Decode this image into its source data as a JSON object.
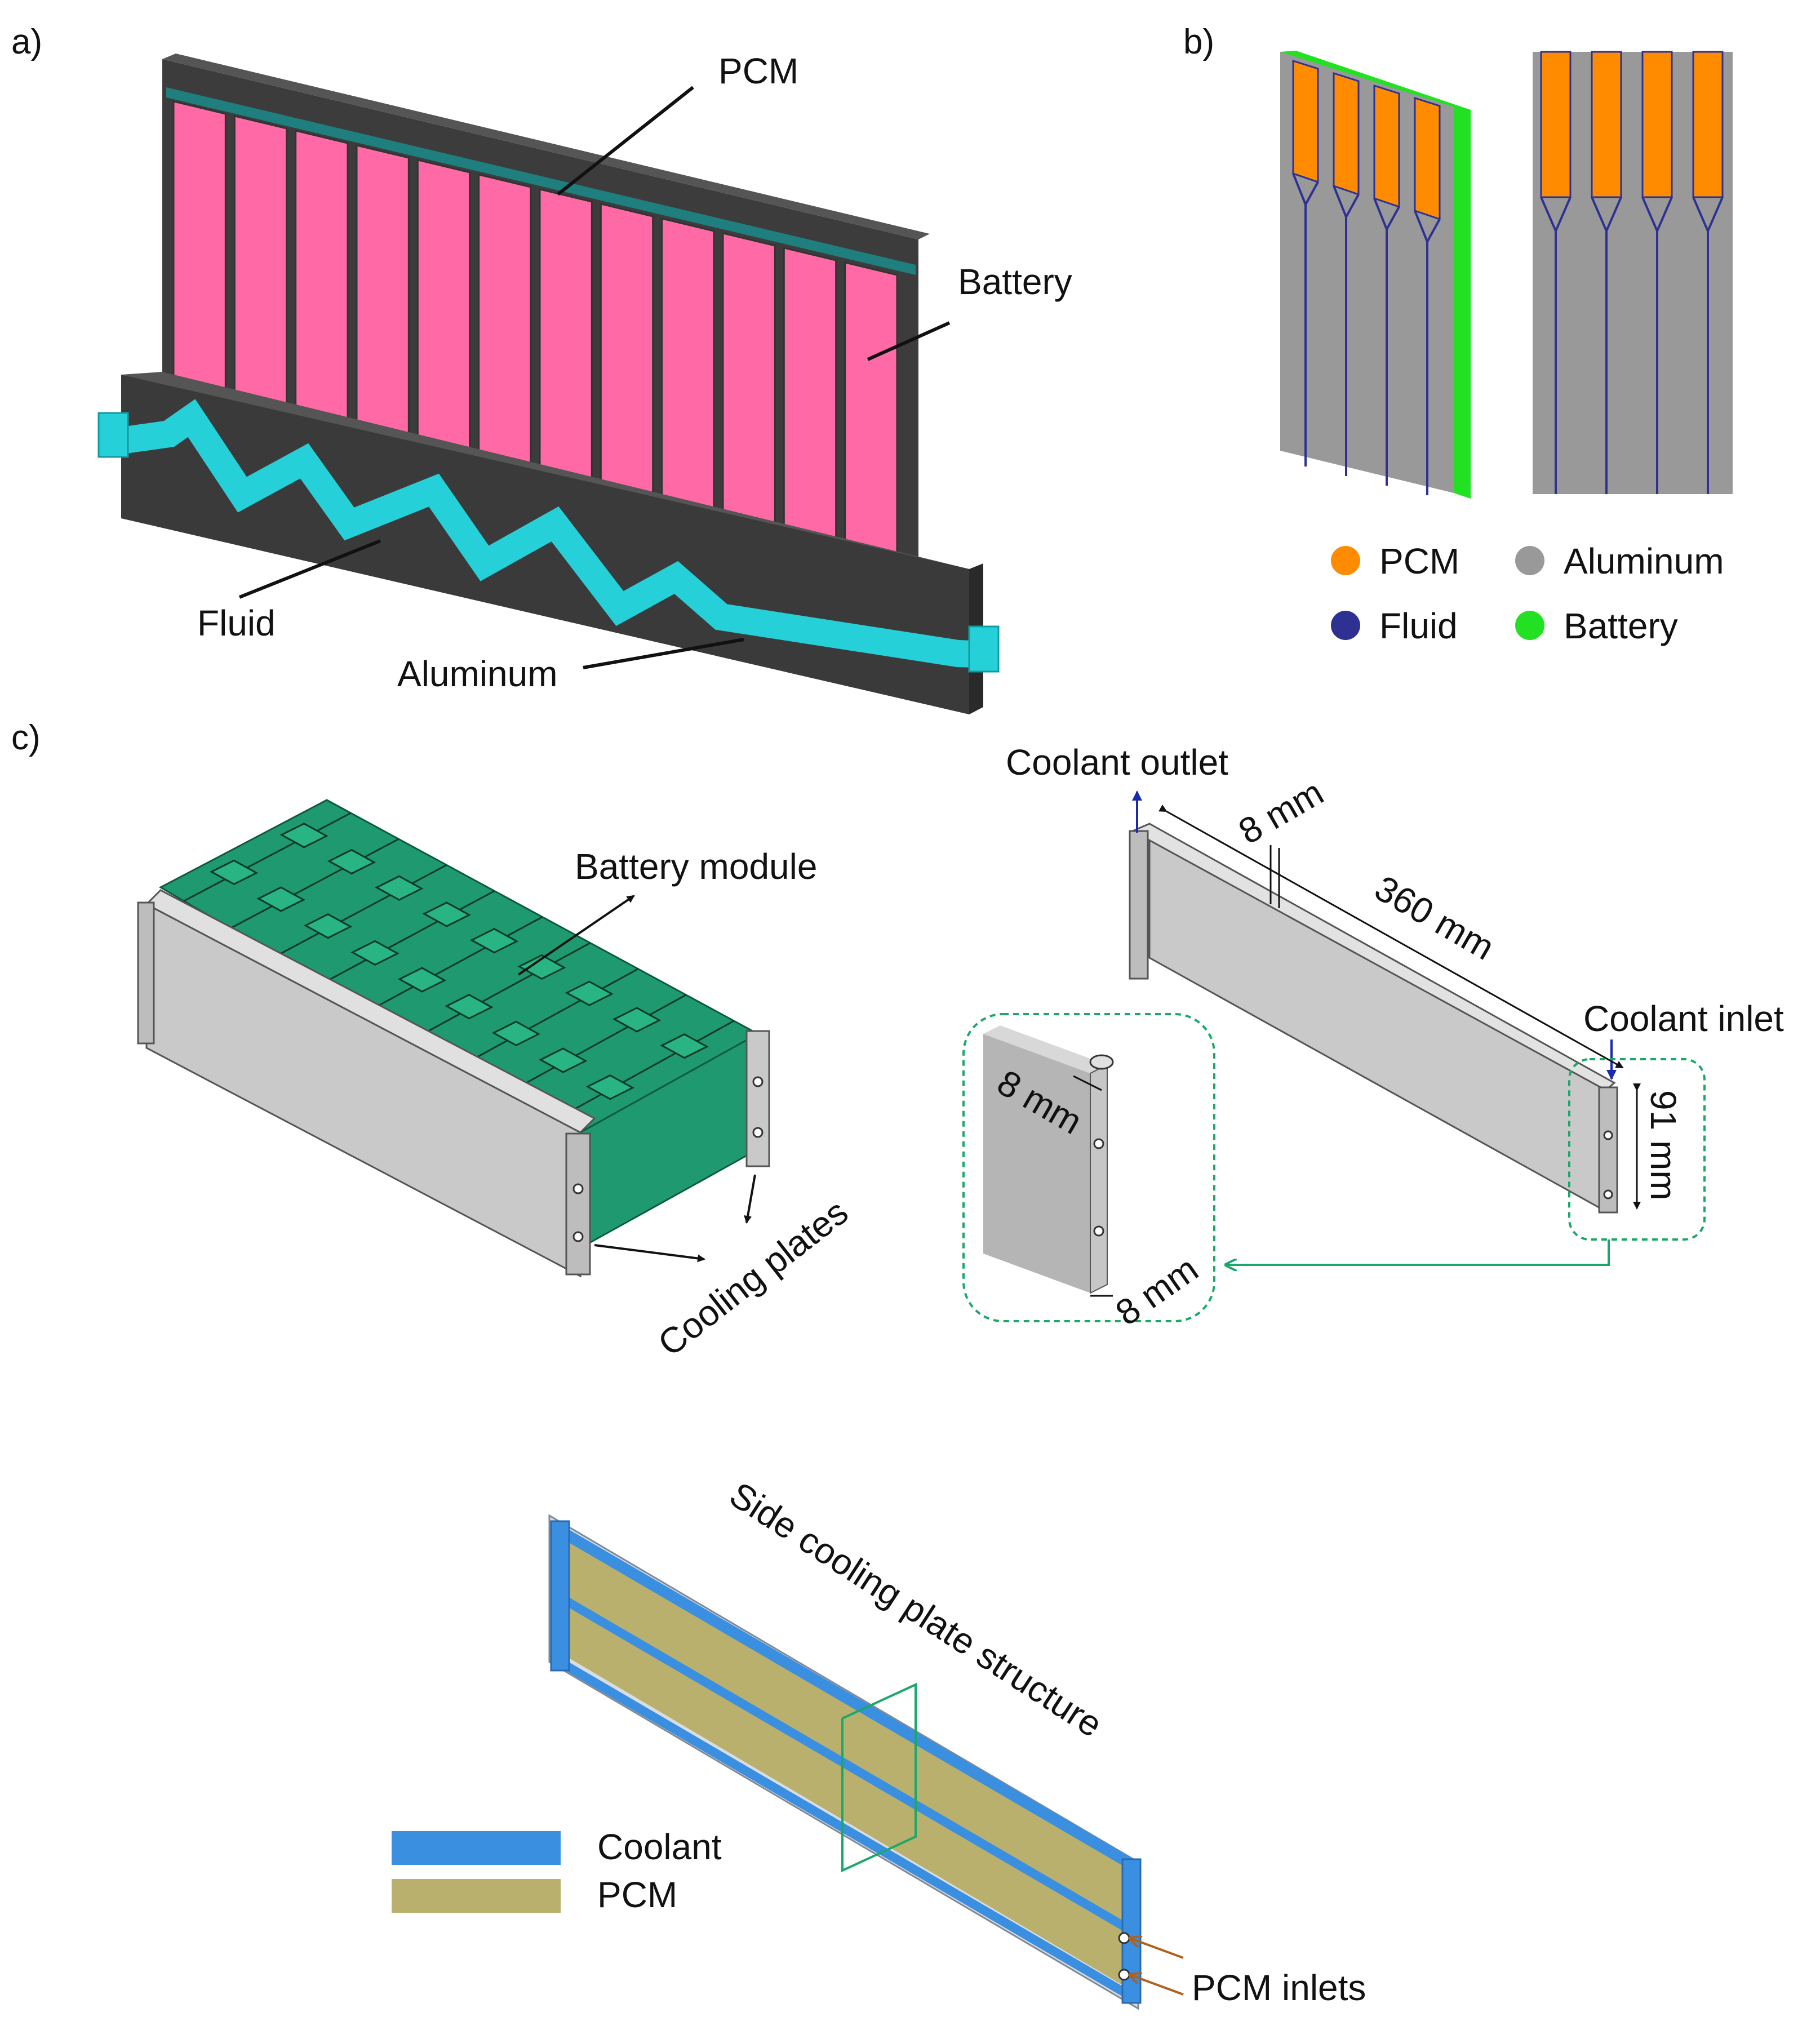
{
  "panels": {
    "a": {
      "tag": "a)",
      "labels": {
        "pcm": "PCM",
        "battery": "Battery",
        "fluid": "Fluid",
        "aluminum": "Aluminum"
      }
    },
    "b": {
      "tag": "b)",
      "legend": [
        {
          "label": "PCM",
          "color": "#ff8c00"
        },
        {
          "label": "Aluminum",
          "color": "#999999"
        },
        {
          "label": "Fluid",
          "color": "#2e3192"
        },
        {
          "label": "Battery",
          "color": "#22e022"
        }
      ]
    },
    "c": {
      "tag": "c)",
      "module": {
        "battery_module": "Battery module",
        "cooling_plates": "Cooling plates"
      },
      "plate": {
        "coolant_outlet": "Coolant outlet",
        "coolant_inlet": "Coolant inlet",
        "dim_top": "8 mm",
        "dim_length": "360 mm",
        "dim_height": "91 mm",
        "dim_inset_thickness": "8 mm",
        "dim_inset_width": "8 mm"
      },
      "structure": {
        "title": "Side cooling plate structure",
        "pcm_inlets": "PCM inlets",
        "legend": [
          {
            "label": "Coolant",
            "color": "#3a8fe0"
          },
          {
            "label": "PCM",
            "color": "#b9b06d"
          }
        ]
      }
    }
  },
  "colors": {
    "battery_cell_pink": "#ff6aa6",
    "dark_frame": "#3c3c3c",
    "fluid_cyan": "#25d0d8",
    "module_green": "#1f9a70",
    "plate_gray": "#c9c9c9",
    "inset_border_green": "#1aa86a"
  }
}
